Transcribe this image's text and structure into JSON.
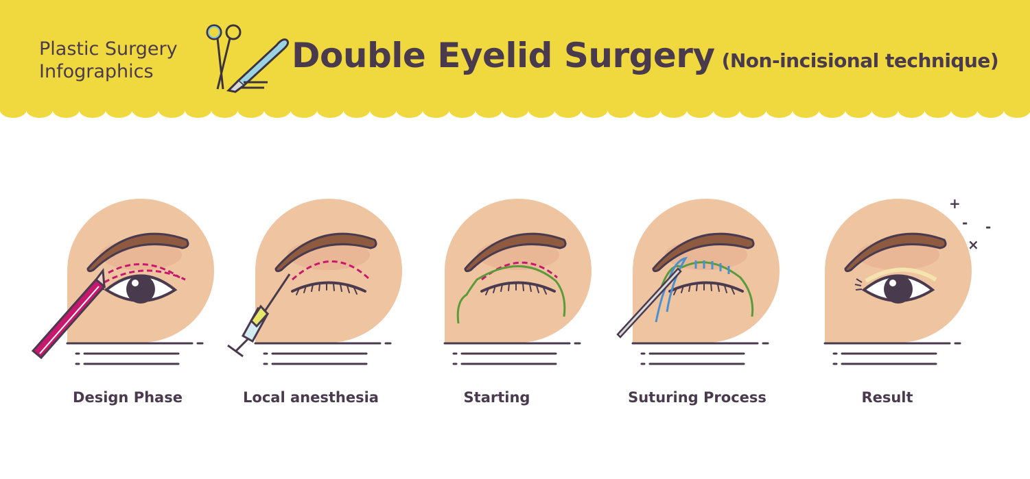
{
  "header": {
    "subtitle_line1": "Plastic Surgery",
    "subtitle_line2": "Infographics",
    "title": "Double Eyelid Surgery",
    "title_note": "(Non-incisional technique)"
  },
  "steps": [
    {
      "label": "Design Phase"
    },
    {
      "label": "Local anesthesia"
    },
    {
      "label": "Starting"
    },
    {
      "label": "Suturing Process"
    },
    {
      "label": "Result"
    }
  ],
  "result_marks": [
    "+",
    "-",
    "-",
    "×"
  ],
  "colors": {
    "banner": "#F0D93F",
    "text": "#4A3A4E",
    "skin": "#EFC4A0",
    "brow": "#8E5A40",
    "marker": "#C8186E",
    "thread_green": "#5A9A3A",
    "thread_blue": "#4A90D0"
  }
}
